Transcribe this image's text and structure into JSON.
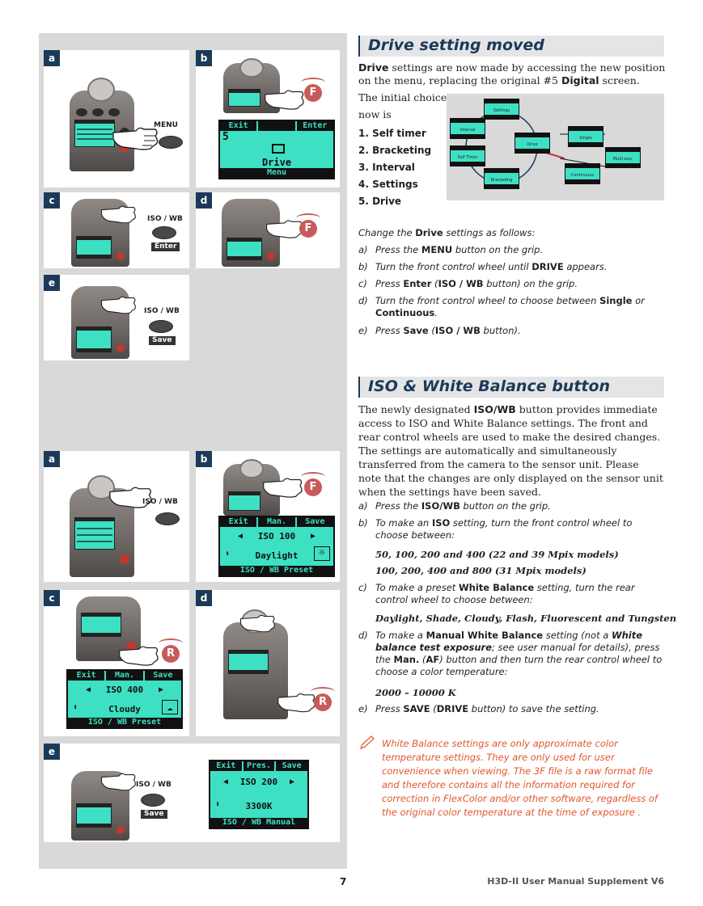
{
  "drive_section": {
    "title": "Drive setting moved",
    "intro_bold": "Drive",
    "intro_rest": " settings are now made by accessing the new position on the menu, replacing the original #5 ",
    "intro_digital": "Digital",
    "intro_end": " screen.",
    "initial_line1": "The initial choice",
    "initial_line2": "now is",
    "choices": [
      "1.  Self timer",
      "2.  Bracketing",
      "3.  Interval",
      "4.  Settings",
      "5.  Drive"
    ],
    "change_a": "Change the ",
    "change_b": "Drive",
    "change_c": " settings as follows:",
    "steps": [
      {
        "letter": "a)",
        "p1": "Press the ",
        "b1": "MENU",
        "p2": " button on the grip.",
        "b2": "",
        "p3": "",
        "b3": "",
        "p4": ""
      },
      {
        "letter": "b)",
        "p1": "Turn the front control wheel until ",
        "b1": "DRIVE",
        "p2": " appears.",
        "b2": "",
        "p3": "",
        "b3": "",
        "p4": ""
      },
      {
        "letter": "c)",
        "p1": "Press ",
        "b1": "Enter",
        "p2": " (",
        "b2": "ISO / WB",
        "p3": " button) on the grip.",
        "b3": "",
        "p4": ""
      },
      {
        "letter": "d)",
        "p1": "Turn the front control wheel to choose between ",
        "b1": "Single",
        "p2": " or ",
        "b2": "Continuous",
        "p3": ".",
        "b3": "",
        "p4": ""
      },
      {
        "letter": "e)",
        "p1": "Press ",
        "b1": "Save",
        "p2": " (",
        "b2": "ISO / WB",
        "p3": " button).",
        "b3": "",
        "p4": ""
      }
    ]
  },
  "iso_section": {
    "title": "ISO & White Balance button",
    "para_a": "The newly designated ",
    "para_b": "ISO/WB",
    "para_c": " button provides immediate access to ISO and White Balance settings. The front and rear control wheels are used to make the desired changes. The settings are automatically and simultaneously transferred from the camera to the sensor unit. Please note that the changes are only displayed on the sensor unit when the settings have been saved.",
    "step_a": {
      "letter": "a)",
      "p1": "Press the ",
      "b1": "ISO/WB",
      "p2": " button on the grip."
    },
    "step_b": {
      "letter": "b)",
      "p1": "To make an ",
      "b1": "ISO",
      "p2": " setting, turn the front control wheel to choose between:"
    },
    "iso_values_1": "50, 100, 200 and 400 (22 and 39 Mpix models)",
    "iso_values_2": "100, 200, 400 and 800 (31 Mpix models)",
    "step_c": {
      "letter": "c)",
      "p1": "To make a preset ",
      "b1": "White Balance",
      "p2": " setting, turn the rear control wheel to choose between:"
    },
    "wb_values": "Daylight, Shade, Cloudy, Flash, Fluorescent and Tungsten",
    "step_d": {
      "letter": "d)",
      "p1": "To make a ",
      "b1": "Manual White Balance",
      "p2": " setting (not a ",
      "b2": "White balance test exposure",
      "p3": "; see user manual for details), press the ",
      "b3": "Man.",
      "p4": " (",
      "b4": "AF",
      "p5": ") button and then turn the rear control wheel to choose a color temperature:"
    },
    "temp_range": "2000 – 10000 K",
    "step_e": {
      "letter": "e)",
      "p1": "Press ",
      "b1": "SAVE",
      "p2": " (",
      "b2": "DRIVE",
      "p3": " button) to save the setting."
    },
    "note": "White Balance settings are only approximate color temperature settings. They are only used for user convenience when viewing. The 3F file is a raw format file and therefore contains all the information required for correction in FlexColor and/or other software, regardless of the original color temperature at the time of exposure ."
  },
  "panels_top": {
    "a": {
      "letter": "a",
      "label": "MENU"
    },
    "b": {
      "letter": "b",
      "wheel": "F",
      "lcd_head": [
        "Exit",
        "",
        "Enter"
      ],
      "lcd_num": "5",
      "lcd_main": "Drive",
      "lcd_foot": "Menu"
    },
    "c": {
      "letter": "c",
      "label": "ISO / WB",
      "btn": "Enter"
    },
    "d": {
      "letter": "d",
      "wheel": "F"
    },
    "e": {
      "letter": "e",
      "label": "ISO / WB",
      "btn": "Save"
    }
  },
  "panels_bottom": {
    "a": {
      "letter": "a",
      "label": "ISO / WB"
    },
    "b": {
      "letter": "b",
      "wheel": "F",
      "lcd_head": [
        "Exit",
        "Man.",
        "Save"
      ],
      "lcd_iso": "ISO 100",
      "lcd_wb": "Daylight",
      "lcd_foot": "ISO / WB Preset"
    },
    "c": {
      "letter": "c",
      "wheel": "R",
      "lcd_head": [
        "Exit",
        "Man.",
        "Save"
      ],
      "lcd_iso": "ISO 400",
      "lcd_wb": "Cloudy",
      "lcd_foot": "ISO / WB Preset"
    },
    "d": {
      "letter": "d",
      "wheel": "R"
    },
    "e": {
      "letter": "e",
      "label": "ISO / WB",
      "btn": "Save",
      "lcd_head": [
        "Exit",
        "Pres.",
        "Save"
      ],
      "lcd_iso": "ISO 200",
      "lcd_wb": "3300K",
      "lcd_foot": "ISO / WB Manual"
    }
  },
  "diagram": {
    "screens": [
      "Settings",
      "Interval",
      "Drive",
      "Self Timer",
      "Bracketing",
      "Single",
      "Continuous",
      "Multi exp."
    ]
  },
  "footer": {
    "page_number": "7",
    "doc_title": "H3D-II User Manual Supplement V6"
  },
  "colors": {
    "accent": "#1b3a5a",
    "lcd": "#3ee0c4",
    "note": "#e2562e",
    "wheel": "#c85a5a"
  }
}
